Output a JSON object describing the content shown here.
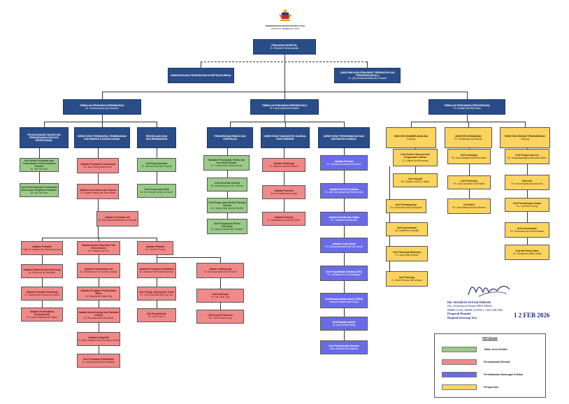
{
  "header": {
    "agency_line1": "KEMENTERIAN KESIHATAN MALAYSIA",
    "agency_line2": "HOSPITAL SEBERANG JAYA"
  },
  "colors": {
    "navy": "#2a4d8a",
    "green": "#9bc98a",
    "red": "#f08a8a",
    "blue": "#6b6be8",
    "yellow": "#fbd460"
  },
  "director": {
    "title": "PENGARAH HOSPITAL",
    "name": "Dr. Shameni Sunasundram"
  },
  "committee_left": {
    "title": "JAWATANKUASA PENGURUSAN HOSPITAL/KLINIKAL",
    "name": ""
  },
  "committee_right": {
    "title": "JAWATANKUASA PENASIHAT PERUBATAN DAN PERGIGIAN (MOAC)",
    "name": "Dr. (Mr) Mohamad Badri bin Ghazali"
  },
  "deputies": [
    {
      "title": "TIMBALAN PENGARAH (PERUBATAN) I",
      "name": "Dr. Yeoheesswary a/p Kesavan"
    },
    {
      "title": "TIMBALAN PENGARAH (PERUBATAN) II",
      "name": "Dr. Farah Adila binti Ibrahim"
    },
    {
      "title": "TIMBALAN PENGARAH (PENGURUSAN)",
      "name": "Pn. Ruhaili binti Mat Saad"
    }
  ],
  "divisions": [
    {
      "title": "PELAKSANAAN DASAR DAN PENGURUSAN ANGGOTA PROFESIONAL"
    },
    {
      "title": "DIREKTORAT PERUBATAN, PEMBEDAHAN DAN WANITA & KANAK-KANAK"
    },
    {
      "title": "PENYELIAAN DAN KEJURURAWATAN"
    },
    {
      "title": "PENGURUSAN RISIKO DAN SURVEILAN"
    },
    {
      "title": "DIREKTORAT DIAGNOSTIK KLINIKAL DAN FORENSIK"
    },
    {
      "title": "DIREKTORAT PERKHIDMATAN DAN SOKONGAN KLINIKAL"
    },
    {
      "title": "SEKSYEN SUMBER MANUSIA",
      "name": "Kosong"
    },
    {
      "title": "SEKSYEN KEWANGAN",
      "name": "Pn. Subamalar a/p Raman"
    },
    {
      "title": "SEKSYEN KHIDMAT PENGURUSAN",
      "name": "Kosong"
    }
  ],
  "units": [
    {
      "title": "Unit Bahan Perubatan dan Pemantauan Profesionalisme Klinikal",
      "name": "Dr. Tan Yee Dee"
    },
    {
      "title": "Unit Perkembangan Profesional Berterusan Program Perubatan",
      "name": "Dr. Tan Yee Dee"
    },
    {
      "title": "Jabatan Perubatan Kecemasan",
      "name": "Dr. Alan Ching Swee Hoon"
    },
    {
      "title": "Jabatan Kecemasan dan Trauma",
      "name": "Dr. Syaheir Hakim bin Mohd Nasir"
    },
    {
      "title": "Jabatan Perubatan Am",
      "name": "Dr. (Mr) Mohamad Badri bin Ghazali"
    },
    {
      "title": "Jabatan Pediatrik",
      "name": "Datin Dr. Angela a/p Kwok Ang Leow"
    },
    {
      "title": "Jabatan Obstetrik dan Ginekologi",
      "name": "Dr. Nurul ain bin Abdullah"
    },
    {
      "title": "Jabatan Pediatrik Kardiologi",
      "name": "Dr. Mohammed Tarmizi bin Jamil"
    },
    {
      "title": "Jabatan Pembedahan Kardiotorasik",
      "name": "Dr. Johan Ridhwan bin Jalani"
    },
    {
      "title": "Jabatan Bedah Saraf dan Otot Rekonstruksi",
      "name": "Dr. Chong Lian Chu"
    },
    {
      "title": "Jabatan Pembedahan Am",
      "name": "Dr. Zakaria Aarif bin Sarhan Hamid"
    },
    {
      "title": "Jabatan Pergigian Pembedahan Mulut",
      "name": "Dr. Zakaria bin Halimi Ng"
    },
    {
      "title": "Jabatan Anestesiologi dan Rawatan Kritikal",
      "name": "Dr. Ruzanah binti Abu Bakar"
    },
    {
      "title": "Jabatan Ortopedik",
      "name": "Dr. (Mr) Suhaimi Omar bin Idrus Sharif"
    },
    {
      "title": "Unit Perubatan Rehabilitasi",
      "name": "Dr. Nurul'ashyifah binti Zakaria"
    },
    {
      "title": "Unit Kejururawatan",
      "name": "Pn. Nazirah binti Abu Hassan"
    },
    {
      "title": "Unit Pengurusan Wad",
      "name": "Dr. Ed. Hirman Izman bin Azmi"
    },
    {
      "title": "Jabatan Psikiatri",
      "name": "Dr. Low Ee Thong"
    },
    {
      "title": "Jabatan Perubatan Rehabilitasi",
      "name": "Dr. Mustikan binti Mohd Norman"
    },
    {
      "title": "Unit Telinga, Hidung dan Tekak",
      "name": "Dr. Yoon Kok Wai binti Lay Lee"
    },
    {
      "title": "Unit Penghiburan",
      "name": "Pn. Chin Xiao Yi"
    },
    {
      "title": "Jabatan Oftalmologi",
      "name": "Dr. Nur Ilzaa binti Mohd Yusoff"
    },
    {
      "title": "Unit Audiologi",
      "name": "Pn. Tan Chai Ling"
    },
    {
      "title": "Unit Terapi Pertuturan",
      "name": "Pn. Pheh Phuan Ling"
    },
    {
      "title": "Kawalan Pencegahan Risiko dan Surveilan Klinikal",
      "name": "Dr. Farhan binti Mohamad Isa"
    },
    {
      "title": "Unit Surveilan Klinikal",
      "name": "Dr. Kamarulzaman bin Othman"
    },
    {
      "title": "Unit Pengurusan Risiko Pasukan Klinikal",
      "name": "Dr. Juliana binti Ahmad Hamidi"
    },
    {
      "title": "Unit Pengurusan Risiko Pekerjaan",
      "name": "Dr. Salina Zuliana binti Ibrahim"
    },
    {
      "title": "Jabatan Radiologi",
      "name": "Dr. Rozana binti Abd Rahim"
    },
    {
      "title": "Jabatan Forensik",
      "name": "Dr. Nur Adilah binti Ismail"
    },
    {
      "title": "Jabatan Patologi",
      "name": "Dr. Norzaliana bin Mohd Sharif"
    },
    {
      "title": "Jabatan Farmasi",
      "name": "Pn. Noraini binti Ahmad Haramzi"
    },
    {
      "title": "Jabatan Rekod Perubatan",
      "name": "Pn. Atin Nur Azizah binti Mohd Zainil"
    },
    {
      "title": "Jabatan Dietetik dan Sajian",
      "name": "Pn. Haslinda binti Ahmad"
    },
    {
      "title": "Jabatan Kerja Sosial",
      "name": "Pn. Ammanat Alzah binti Nor Ismail"
    },
    {
      "title": "Unit Penyelidikan Klinikal (CRC)",
      "name": "Dr. Karuliannee a/l Narasingam"
    },
    {
      "title": "Unit Bekalan Bahan Steril (CSSU)",
      "name": "Mahani Rohana binti Razali"
    },
    {
      "title": "Unit Kawalan Infeksi",
      "name": "Dr. Ang Pheng Pheng"
    },
    {
      "title": "Unit Perkhidmatan Sinaran",
      "name": "Noor Zamalin binti Zakaria"
    },
    {
      "title": "Unit Sumber Manusia dan Pengurusan Latihan",
      "name": "Cr. Zakiah bin Muhamad"
    },
    {
      "title": "Unit Integriti",
      "name": "Pn. Zulaiha binti Hj. Hafidz"
    },
    {
      "title": "Unit Pembangunan",
      "name": "Pn. Nurul Aina binti Zulkepline"
    },
    {
      "title": "Unit Kejuruteraan",
      "name": "Ca. Zukifili bin Hussain"
    },
    {
      "title": "Unit Teknologi Maklumat",
      "name": "Pn. Ariza binti Ibrahim"
    },
    {
      "title": "Unit Psikologi",
      "name": "Cr. Mohd Rozuan bin Ahmad"
    },
    {
      "title": "Unit Kewangan",
      "name": "Pn. Arina Nadilah binti Aminuddin"
    },
    {
      "title": "Unit Perolehan",
      "name": "Pn. Nurul Amalina binti Ramli"
    },
    {
      "title": "Unit Hasil",
      "name": "Pn. Nurul Bahiyah binti Othman"
    },
    {
      "title": "Unit Pengurusan Am",
      "name": "Pn. Nurqistiyastyana binti Abd Rahim"
    },
    {
      "title": "Unit Aset",
      "name": "Pn. Nurul Nadia binti Abd Aziz"
    },
    {
      "title": "Unit Perhubungan Awam",
      "name": "Pn. Lim Mole Lueng"
    },
    {
      "title": "Unit Keselamatan",
      "name": "En. Khairunisa bin Khairuzaman"
    },
    {
      "title": "Unit Hal Ehwal Islam",
      "name": "En. Mohamad Afifian Ishak"
    }
  ],
  "signature": {
    "line1": "DR. SHAMENI SUNASUNDRAM",
    "line2": "(No. Pendaftaran Penuh MPM 28000)",
    "line3": "MBBS (UM), MMM (UNSW), CMA (MCOR)",
    "line4": "Pengarah Hospital",
    "line5": "Hospital Seberang Jaya",
    "date": "1 2 FEB 2026"
  },
  "legend": {
    "title": "PETUNJUK",
    "items": [
      {
        "label": "Tadbir Urus Klinikal",
        "color": "#9bc98a"
      },
      {
        "label": "Perkhidmatan Klinikal",
        "color": "#f08a8a"
      },
      {
        "label": "Perkhidmatan Sokongan Klinikal",
        "color": "#6b6be8"
      },
      {
        "label": "Pengurusan",
        "color": "#fbd460"
      }
    ]
  }
}
